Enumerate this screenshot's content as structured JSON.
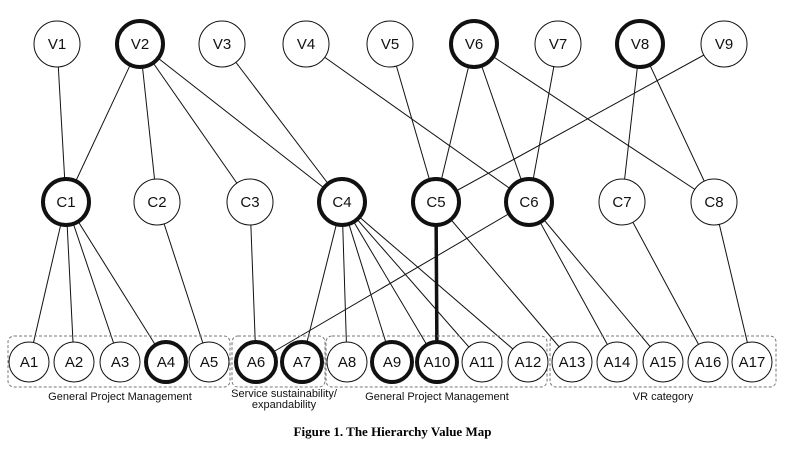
{
  "nodes": [
    {
      "id": "V1",
      "label": "V1",
      "bold": false
    },
    {
      "id": "V2",
      "label": "V2",
      "bold": true
    },
    {
      "id": "V3",
      "label": "V3",
      "bold": false
    },
    {
      "id": "V4",
      "label": "V4",
      "bold": false
    },
    {
      "id": "V5",
      "label": "V5",
      "bold": false
    },
    {
      "id": "V6",
      "label": "V6",
      "bold": true
    },
    {
      "id": "V7",
      "label": "V7",
      "bold": false
    },
    {
      "id": "V8",
      "label": "V8",
      "bold": true
    },
    {
      "id": "V9",
      "label": "V9",
      "bold": false
    },
    {
      "id": "C1",
      "label": "C1",
      "bold": true
    },
    {
      "id": "C2",
      "label": "C2",
      "bold": false
    },
    {
      "id": "C3",
      "label": "C3",
      "bold": false
    },
    {
      "id": "C4",
      "label": "C4",
      "bold": true
    },
    {
      "id": "C5",
      "label": "C5",
      "bold": true
    },
    {
      "id": "C6",
      "label": "C6",
      "bold": true
    },
    {
      "id": "C7",
      "label": "C7",
      "bold": false
    },
    {
      "id": "C8",
      "label": "C8",
      "bold": false
    },
    {
      "id": "A1",
      "label": "A1",
      "bold": false
    },
    {
      "id": "A2",
      "label": "A2",
      "bold": false
    },
    {
      "id": "A3",
      "label": "A3",
      "bold": false
    },
    {
      "id": "A4",
      "label": "A4",
      "bold": true
    },
    {
      "id": "A5",
      "label": "A5",
      "bold": false
    },
    {
      "id": "A6",
      "label": "A6",
      "bold": true
    },
    {
      "id": "A7",
      "label": "A7",
      "bold": true
    },
    {
      "id": "A8",
      "label": "A8",
      "bold": false
    },
    {
      "id": "A9",
      "label": "A9",
      "bold": true
    },
    {
      "id": "A10",
      "label": "A10",
      "bold": true
    },
    {
      "id": "A11",
      "label": "A11",
      "bold": false
    },
    {
      "id": "A12",
      "label": "A12",
      "bold": false
    },
    {
      "id": "A13",
      "label": "A13",
      "bold": false
    },
    {
      "id": "A14",
      "label": "A14",
      "bold": false
    },
    {
      "id": "A15",
      "label": "A15",
      "bold": false
    },
    {
      "id": "A16",
      "label": "A16",
      "bold": false
    },
    {
      "id": "A17",
      "label": "A17",
      "bold": false
    }
  ],
  "edges": [
    {
      "from": "V1",
      "to": "C1",
      "bold": false
    },
    {
      "from": "V2",
      "to": "C1",
      "bold": false
    },
    {
      "from": "V2",
      "to": "C2",
      "bold": false
    },
    {
      "from": "V2",
      "to": "C3",
      "bold": false
    },
    {
      "from": "V2",
      "to": "C4",
      "bold": false
    },
    {
      "from": "V3",
      "to": "C4",
      "bold": false
    },
    {
      "from": "V4",
      "to": "C6",
      "bold": false
    },
    {
      "from": "V5",
      "to": "C5",
      "bold": false
    },
    {
      "from": "V6",
      "to": "C5",
      "bold": false
    },
    {
      "from": "V6",
      "to": "C6",
      "bold": false
    },
    {
      "from": "V6",
      "to": "C8",
      "bold": false
    },
    {
      "from": "V7",
      "to": "C6",
      "bold": false
    },
    {
      "from": "V8",
      "to": "C7",
      "bold": false
    },
    {
      "from": "V8",
      "to": "C8",
      "bold": false
    },
    {
      "from": "V9",
      "to": "C5",
      "bold": false
    },
    {
      "from": "C1",
      "to": "A1",
      "bold": false
    },
    {
      "from": "C1",
      "to": "A2",
      "bold": false
    },
    {
      "from": "C1",
      "to": "A3",
      "bold": false
    },
    {
      "from": "C1",
      "to": "A4",
      "bold": false
    },
    {
      "from": "C2",
      "to": "A5",
      "bold": false
    },
    {
      "from": "C3",
      "to": "A6",
      "bold": false
    },
    {
      "from": "C4",
      "to": "A7",
      "bold": false
    },
    {
      "from": "C4",
      "to": "A8",
      "bold": false
    },
    {
      "from": "C4",
      "to": "A9",
      "bold": false
    },
    {
      "from": "C4",
      "to": "A10",
      "bold": false
    },
    {
      "from": "C4",
      "to": "A11",
      "bold": false
    },
    {
      "from": "C4",
      "to": "A12",
      "bold": false
    },
    {
      "from": "C5",
      "to": "A10",
      "bold": true
    },
    {
      "from": "C5",
      "to": "A13",
      "bold": false
    },
    {
      "from": "C6",
      "to": "A6",
      "bold": false
    },
    {
      "from": "C6",
      "to": "A14",
      "bold": false
    },
    {
      "from": "C6",
      "to": "A15",
      "bold": false
    },
    {
      "from": "C7",
      "to": "A16",
      "bold": false
    },
    {
      "from": "C8",
      "to": "A17",
      "bold": false
    }
  ],
  "groups": [
    {
      "label": "General Project Management",
      "nodes": [
        "A1",
        "A2",
        "A3",
        "A4",
        "A5"
      ]
    },
    {
      "label": "Service sustainability/ expandability",
      "nodes": [
        "A6",
        "A7"
      ]
    },
    {
      "label": "General Project Management",
      "nodes": [
        "A8",
        "A9",
        "A10",
        "A11",
        "A12"
      ]
    },
    {
      "label": "VR category",
      "nodes": [
        "A13",
        "A14",
        "A15",
        "A16",
        "A17"
      ]
    }
  ],
  "caption": "Figure 1. The Hierarchy Value Map"
}
